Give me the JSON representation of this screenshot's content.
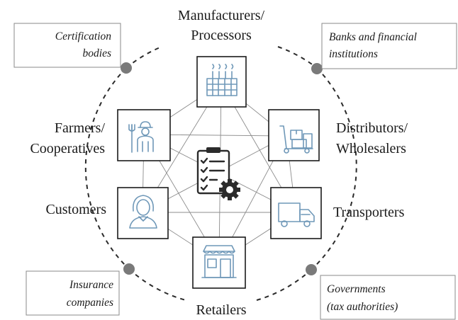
{
  "actors": {
    "manufacturers": {
      "line1": "Manufacturers/",
      "line2": "Processors",
      "icon": "factory-icon"
    },
    "distributors": {
      "line1": "Distributors/",
      "line2": "Wholesalers",
      "icon": "hand-truck-boxes-icon"
    },
    "transporters": {
      "label": "Transporters",
      "icon": "delivery-truck-icon"
    },
    "retailers": {
      "label": "Retailers",
      "icon": "storefront-icon"
    },
    "customers": {
      "label": "Customers",
      "icon": "person-icon"
    },
    "farmers": {
      "line1": "Farmers/",
      "line2": "Cooperatives",
      "icon": "farmer-icon"
    },
    "center": {
      "icon": "checklist-gear-icon"
    }
  },
  "external": {
    "certification": {
      "line1": "Certification",
      "line2": "bodies"
    },
    "banks": {
      "line1": "Banks and financial",
      "line2": "institutions"
    },
    "insurance": {
      "line1": "Insurance",
      "line2": "companies"
    },
    "governments": {
      "line1": "Governments",
      "line2": "(tax authorities)"
    }
  },
  "colors": {
    "icon": "#6f98b8",
    "center_icon": "#2b2b2b",
    "connector_dot": "#7a7a7a",
    "edge": "#8c8c8c"
  }
}
